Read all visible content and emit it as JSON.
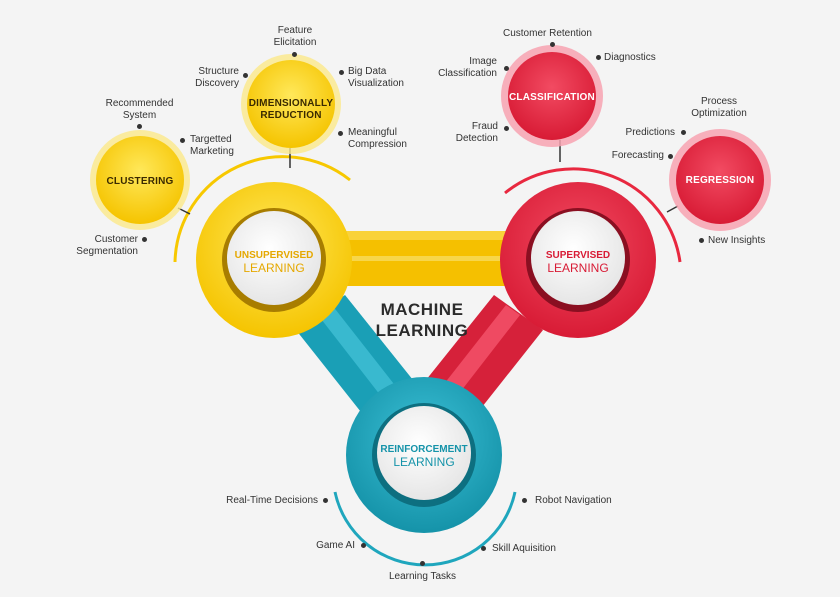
{
  "center_title": {
    "line1": "MACHINE",
    "line2": "LEARNING"
  },
  "hubs": {
    "unsupervised": {
      "line1": "UNSUPERVISED",
      "line2": "LEARNING",
      "color": "#f2c300"
    },
    "supervised": {
      "line1": "SUPERVISED",
      "line2": "LEARNING",
      "color": "#e8283f"
    },
    "reinforcement": {
      "line1": "REINFORCEMENT",
      "line2": "LEARNING",
      "color": "#1fa6bd"
    }
  },
  "sub_nodes": {
    "dimensionally_reduction": {
      "line1": "DIMENSIONALLY",
      "line2": "REDUCTION"
    },
    "clustering": {
      "label": "CLUSTERING"
    },
    "classification": {
      "label": "CLASSIFICATION"
    },
    "regression": {
      "label": "REGRESSION"
    }
  },
  "annotations": {
    "feature_elicitation": {
      "line1": "Feature",
      "line2": "Elicitation"
    },
    "structure_discovery": {
      "line1": "Structure",
      "line2": "Discovery"
    },
    "big_data_visualization": {
      "line1": "Big Data",
      "line2": "Visualization"
    },
    "meaningful_compression": {
      "line1": "Meaningful",
      "line2": "Compression"
    },
    "recommended_system": {
      "line1": "Recommended",
      "line2": "System"
    },
    "targetted_marketing": {
      "line1": "Targetted",
      "line2": "Marketing"
    },
    "customer_segmentation": {
      "line1": "Customer",
      "line2": "Segmentation"
    },
    "customer_retention": {
      "line1": "Customer Retention"
    },
    "image_classification": {
      "line1": "Image",
      "line2": "Classification"
    },
    "diagnostics": {
      "line1": "Diagnostics"
    },
    "fraud_detection": {
      "line1": "Fraud",
      "line2": "Detection"
    },
    "process_optimization": {
      "line1": "Process",
      "line2": "Optimization"
    },
    "predictions": {
      "line1": "Predictions"
    },
    "forecasting": {
      "line1": "Forecasting"
    },
    "new_insights": {
      "line1": "New Insights"
    },
    "real_time_decisions": {
      "line1": "Real-Time Decisions"
    },
    "robot_navigation": {
      "line1": "Robot Navigation"
    },
    "game_ai": {
      "line1": "Game AI"
    },
    "skill_aquisition": {
      "line1": "Skill Aquisition"
    },
    "learning_tasks": {
      "line1": "Learning Tasks"
    }
  },
  "colors": {
    "yellow": "#f2c300",
    "yellow_light": "#ffe14a",
    "red": "#e8283f",
    "pink": "#f0607a",
    "teal": "#1fa6bd",
    "dark_text": "#2b2b2b"
  }
}
